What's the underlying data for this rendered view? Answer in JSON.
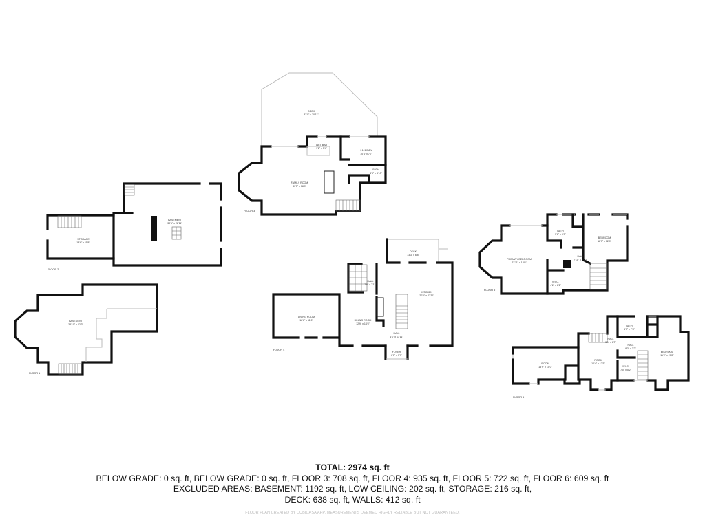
{
  "floors": {
    "floor1": {
      "label": "FLOOR 1",
      "rooms": [
        {
          "name": "BASEMENT",
          "dims": "33'10\" x 22'3\""
        }
      ]
    },
    "floor2": {
      "label": "FLOOR 2",
      "rooms": [
        {
          "name": "STORAGE",
          "dims": "18'6\" x 11'8\""
        },
        {
          "name": "BASEMENT",
          "dims": "30'1\" x 22'11\""
        }
      ]
    },
    "floor3": {
      "label": "FLOOR 3",
      "rooms": [
        {
          "name": "DECK",
          "dims": "33'0\" x 20'11\""
        },
        {
          "name": "WET BAR",
          "dims": "9'2\" x 5'4\""
        },
        {
          "name": "LAUNDRY",
          "dims": "10'4\" x 7'7\""
        },
        {
          "name": "BATH",
          "dims": "4'8\" x 4'10\""
        },
        {
          "name": "FAMILY ROOM",
          "dims": "30'5\" x 18'9\""
        }
      ]
    },
    "floor4": {
      "label": "FLOOR 4",
      "rooms": [
        {
          "name": "DECK",
          "dims": "13'3\" x 6'8\""
        },
        {
          "name": "HALL",
          "dims": "7'8\" x 7'11\""
        },
        {
          "name": "KITCHEN",
          "dims": "20'6\" x 22'11\""
        },
        {
          "name": "LIVING ROOM",
          "dims": "18'6\" x 11'8\""
        },
        {
          "name": "DINING ROOM",
          "dims": "12'9\" x 14'6\""
        },
        {
          "name": "HALL",
          "dims": "6'1\" x 13'11\""
        },
        {
          "name": "FOYER",
          "dims": "6'1\" x 7'7\""
        }
      ]
    },
    "floor5": {
      "label": "FLOOR 5",
      "rooms": [
        {
          "name": "BATH",
          "dims": "5'6\" x 9'0\""
        },
        {
          "name": "BEDROOM",
          "dims": "12'3\" x 12'9\""
        },
        {
          "name": "PRIMARY BEDROOM",
          "dims": "22'11\" x 18'9\""
        },
        {
          "name": "HALL",
          "dims": "7'10\" x 9'10\""
        },
        {
          "name": "W.I.C.",
          "dims": "4'2\" x 6'2\""
        }
      ]
    },
    "floor6": {
      "label": "FLOOR 6",
      "rooms": [
        {
          "name": "BATH",
          "dims": "6'3\" x 7'8\""
        },
        {
          "name": "HALL",
          "dims": "3'1\" x 6'3\""
        },
        {
          "name": "HALL",
          "dims": "8'3\" x 3'2\""
        },
        {
          "name": "ROOM",
          "dims": "18'9\" x 10'0\""
        },
        {
          "name": "ROOM",
          "dims": "10'4\" x 12'5\""
        },
        {
          "name": "W.I.C.",
          "dims": "7'0\" x 5'2\""
        },
        {
          "name": "BEDROOM",
          "dims": "11'9\" x 20'8\""
        }
      ]
    }
  },
  "summary": {
    "total": "TOTAL: 2974 sq. ft",
    "line1": "BELOW GRADE: 0 sq. ft, BELOW GRADE: 0 sq. ft, FLOOR 3: 708 sq. ft, FLOOR 4: 935 sq. ft, FLOOR 5: 722 sq. ft, FLOOR 6: 609 sq. ft",
    "line2": "EXCLUDED AREAS: BASEMENT: 1192 sq. ft, LOW CEILING: 202 sq. ft, STORAGE: 216 sq. ft,",
    "line3": "DECK: 638 sq. ft, WALLS: 412 sq. ft"
  },
  "footer": "FLOOR PLAN CREATED BY CUBICASA APP. MEASUREMENTS DEEMED HIGHLY RELIABLE BUT NOT GUARANTEED.",
  "colors": {
    "walls": "#111111",
    "background": "#ffffff",
    "footer_text": "#bbbbbb"
  }
}
